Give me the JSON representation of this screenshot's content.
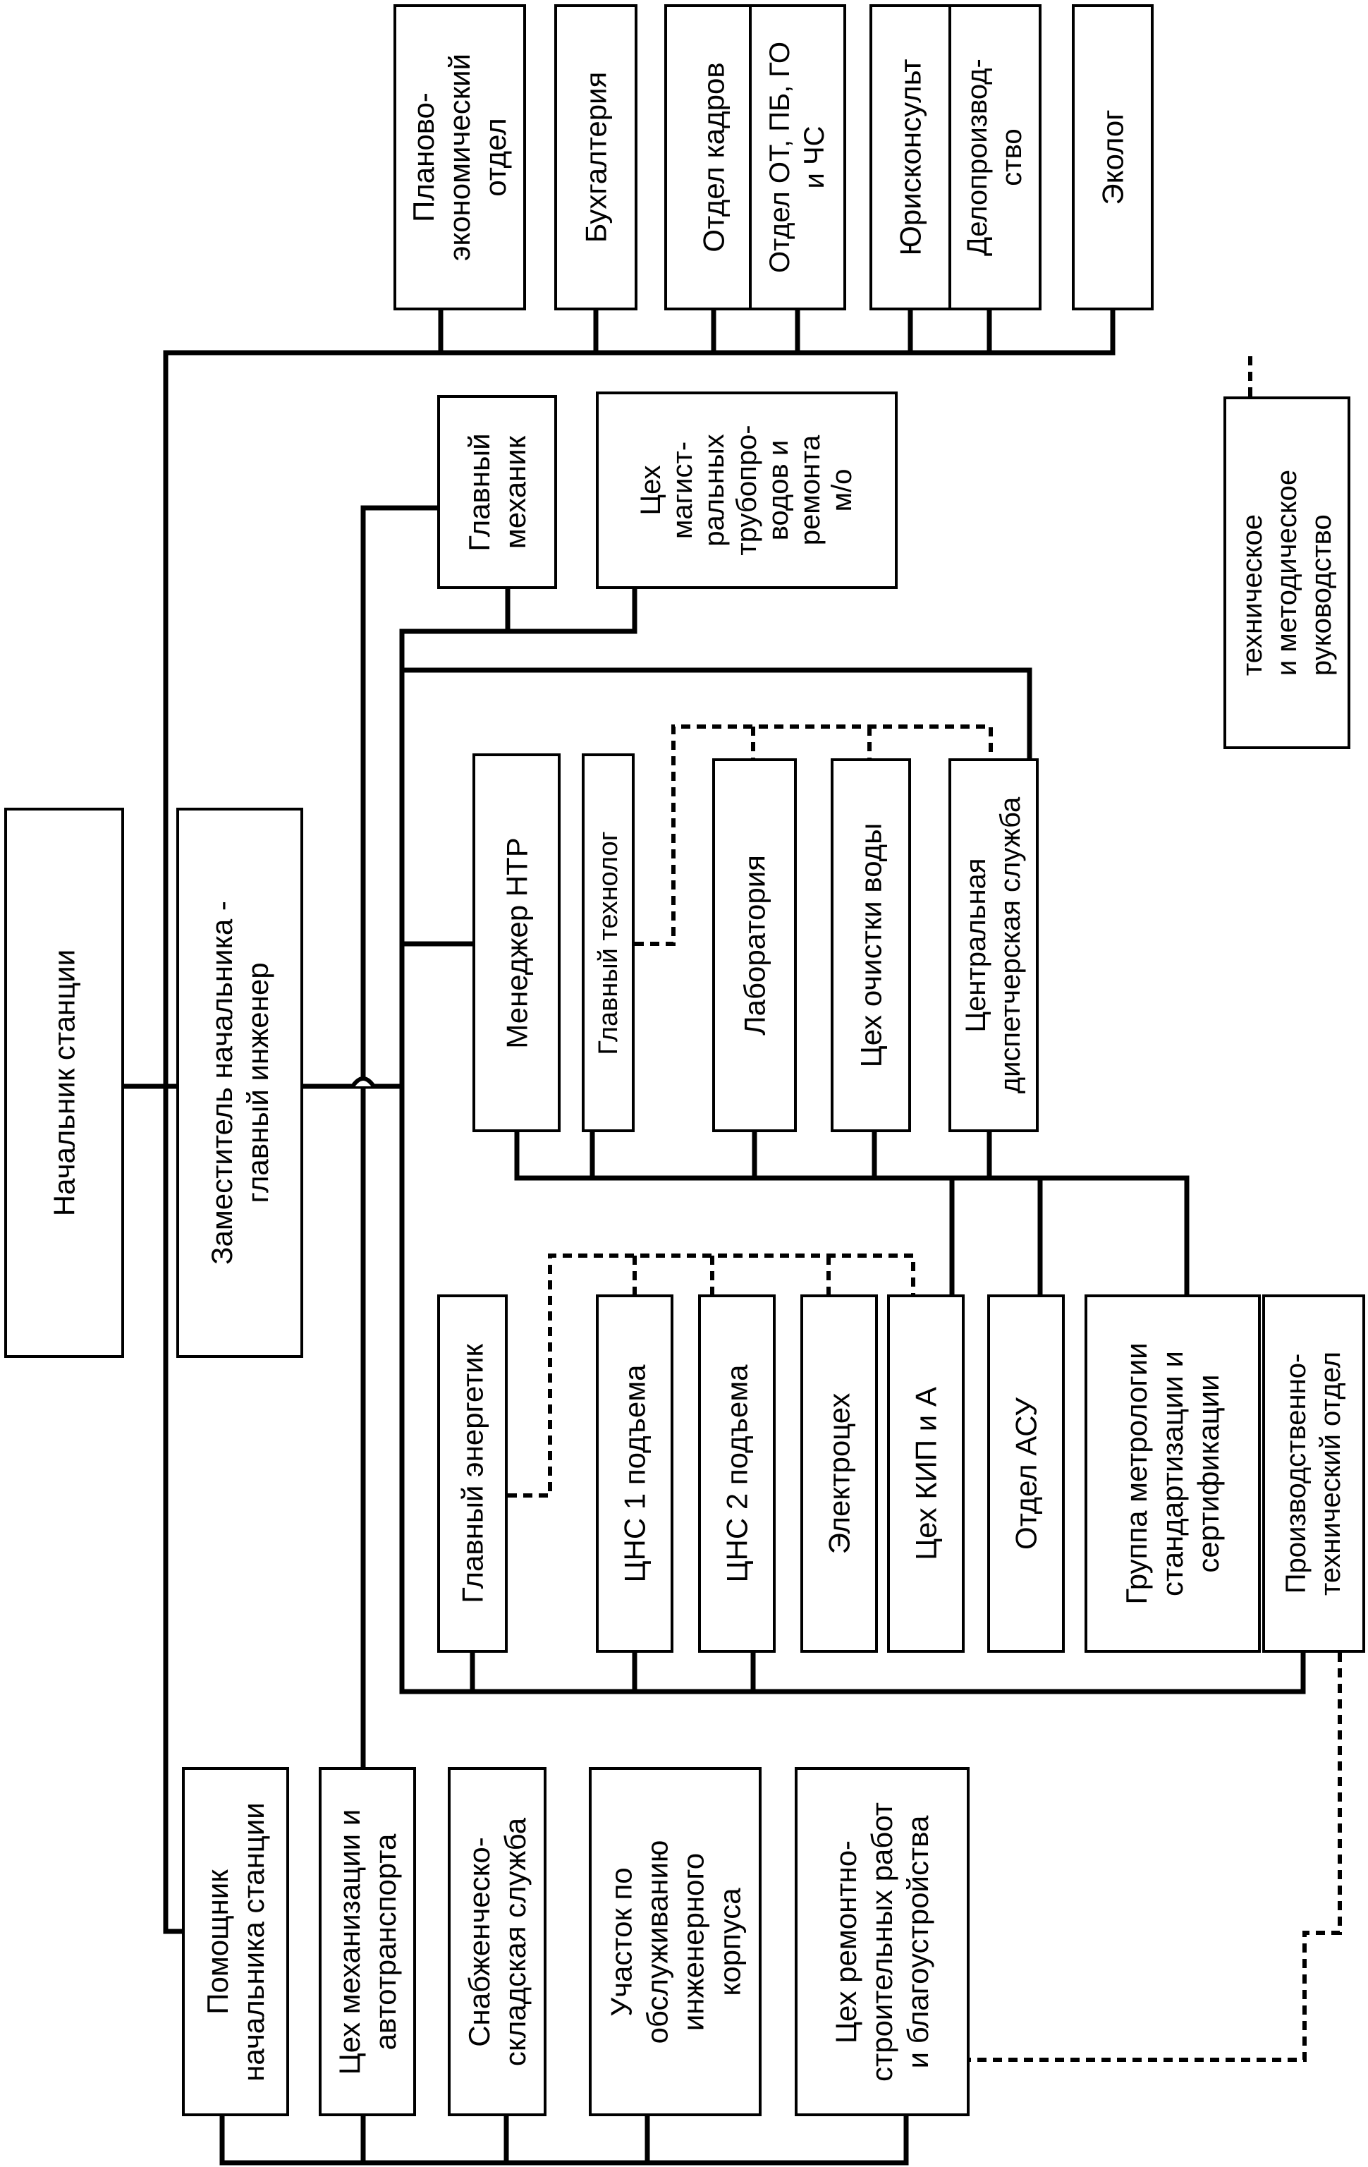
{
  "boxes": {
    "head": "Начальник станции",
    "deputy": "Заместитель начальника -\nглавный инженер",
    "planning_dept": "Планово-\nэкономический\nотдел",
    "accounting": "Бухгалтерия",
    "hr_dept": "Отдел кадров",
    "safety_dept": "Отдел ОТ, ПБ, ГО\nи ЧС",
    "legal": "Юрисконсульт",
    "clerical": "Делопроизвод-\nство",
    "ecologist": "Эколог",
    "chief_mechanic": "Главный\nмеханик",
    "pipeline_shop": "Цех\nмагист-\nральных\nтрубопро-\nводов и\nремонта\nм/о",
    "ntr_manager": "Менеджер НТР",
    "chief_technologist": "Главный технолог",
    "laboratory": "Лаборатория",
    "water_treatment": "Цех очистки воды",
    "dispatch": "Центральная\nдиспетчерская служба",
    "chief_power_engineer": "Главный энергетик",
    "pump_station_1": "ЦНС 1 подъема",
    "pump_station_2": "ЦНС 2 подъема",
    "electrical_shop": "Электроцех",
    "instrumentation_shop": "Цех КИП и А",
    "asu_dept": "Отдел АСУ",
    "metrology_group": "Группа метрологии\nстандартизации и\nсертификации",
    "production_tech_dept": "Производственно-\nтехнический отдел",
    "assistant_head": "Помощник\nначальника станции",
    "mechanization_shop": "Цех механизации и\nавтотранспорта",
    "supply_service": "Снабженческо-\nскладская служба",
    "maintenance_site": "Участок по\nобслуживанию\nинженерного\nкорпуса",
    "repair_construction_shop": "Цех ремонтно-\nстроительных работ\nи благоустройства"
  },
  "legend": {
    "label": "техническое\nи методическое\nруководство"
  },
  "colors": {
    "line": "#000000",
    "background": "#ffffff"
  }
}
